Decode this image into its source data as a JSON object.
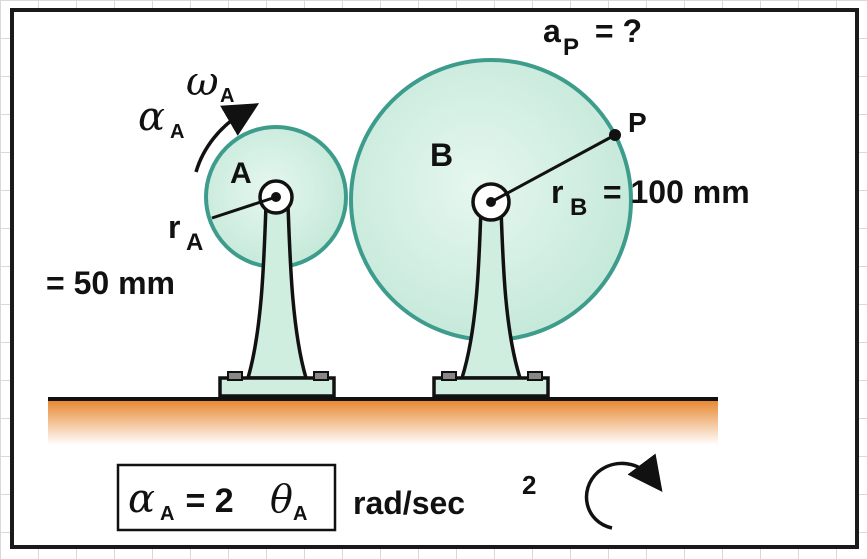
{
  "labels": {
    "wheel_a": "A",
    "wheel_b": "B",
    "point_p": "P",
    "omega_symbol": "ω",
    "omega_sub": "A",
    "alpha_symbol": "α",
    "alpha_sub": "A",
    "ap_main": "a",
    "ap_sub": "P",
    "ap_rest": " = ?",
    "ra_main": "r",
    "ra_sub": "A",
    "ra_value": "= 50 mm",
    "rb_main": "r",
    "rb_sub": "B",
    "rb_value": " = 100 mm"
  },
  "formula": {
    "alpha": "α",
    "alpha_sub": "A",
    "equals_two": " = 2",
    "theta": "θ",
    "theta_sub": "A",
    "units": "rad/sec",
    "units_exp": "2"
  },
  "colors": {
    "disk_fill": "#cfeee0",
    "disk_stroke": "#3d9c8c",
    "stand_fill": "#cfeee0",
    "ground_top": "#e7872e",
    "ground_bottom": "#ffffff"
  }
}
